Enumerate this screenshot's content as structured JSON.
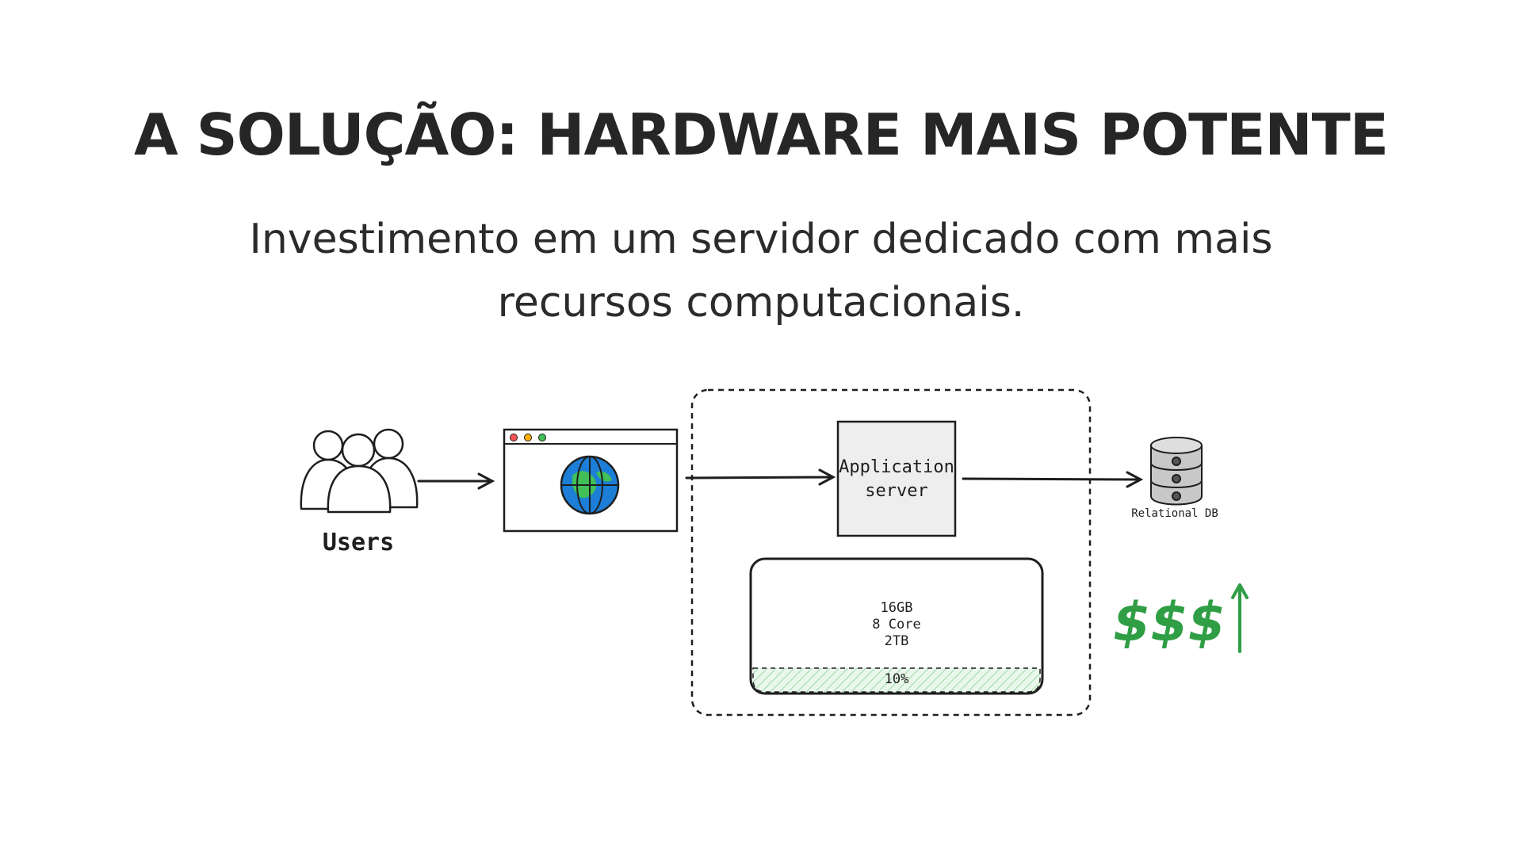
{
  "slide": {
    "title": "A SOLUÇÃO: HARDWARE MAIS POTENTE",
    "subtitle": "Investimento em um servidor dedicado com mais recursos computacionais."
  },
  "diagram": {
    "users_label": "Users",
    "app_server_label_line1": "Application",
    "app_server_label_line2": "server",
    "db_label": "Relational DB",
    "server_specs": {
      "ram": "16GB",
      "cores": "8 Core",
      "storage": "2TB",
      "usage": "10%",
      "usage_fraction": 0.1
    },
    "cost_label": "$$$",
    "cost_trend_icon": "arrow-up-icon",
    "colors": {
      "cost_green": "#2f9e44",
      "app_server_fill": "#eeeeee",
      "usage_fill": "#b2f2bb",
      "globe_blue": "#1c7ed6",
      "globe_green": "#40c057"
    }
  }
}
